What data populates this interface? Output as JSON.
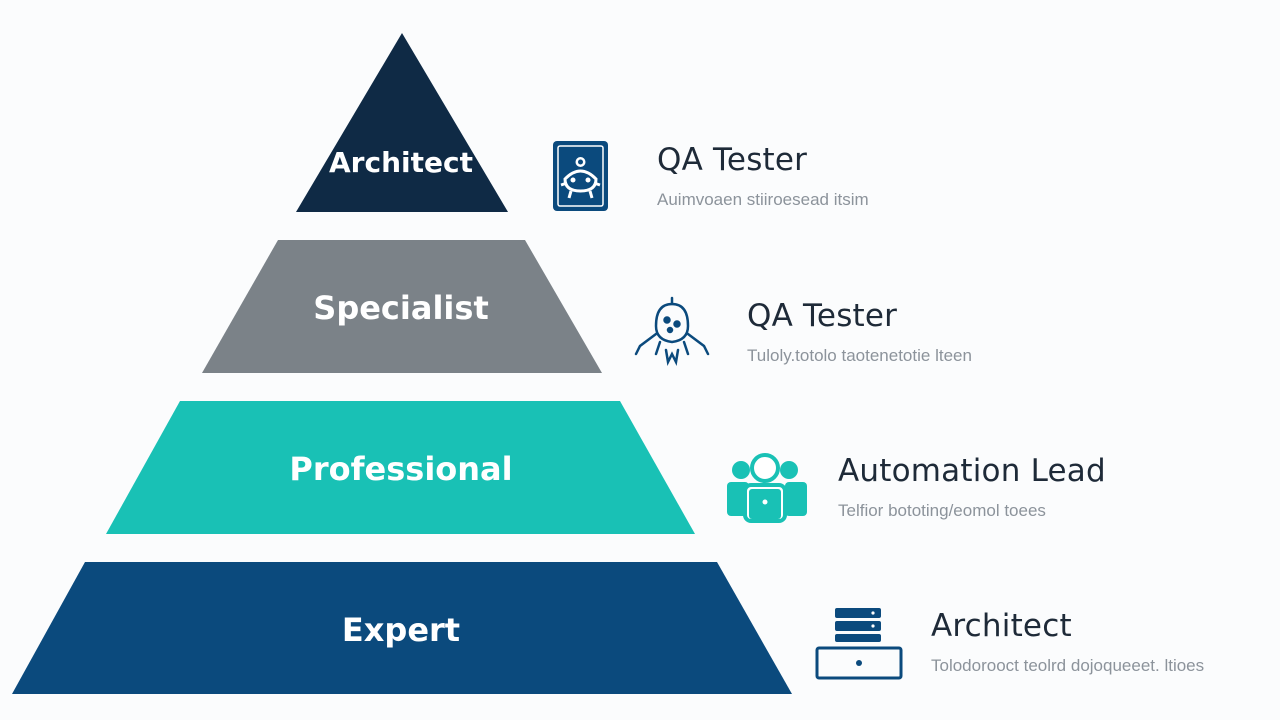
{
  "pyramid": {
    "tiers": [
      {
        "label": "Architect",
        "color": "#0f2a45"
      },
      {
        "label": "Specialist",
        "color": "#7b8288"
      },
      {
        "label": "Professional",
        "color": "#19c1b5"
      },
      {
        "label": "Expert",
        "color": "#0b4a7d"
      }
    ]
  },
  "roles": [
    {
      "title": "QA Tester",
      "description": "Auimvoaen stiiroesead itsim",
      "icon": "robot-icon",
      "icon_color": "#0b4a7d"
    },
    {
      "title": "QA Tester",
      "description": "Tuloly.totolo taotenetotie lteen",
      "icon": "bug-icon",
      "icon_color": "#0b4a7d"
    },
    {
      "title": "Automation Lead",
      "description": "Telfior bototing/eomol toees",
      "icon": "team-icon",
      "icon_color": "#19c1b5"
    },
    {
      "title": "Architect",
      "description": "Tolodorooct teolrd dojoqueeet. ltioes",
      "icon": "server-icon",
      "icon_color": "#0b4a7d"
    }
  ]
}
